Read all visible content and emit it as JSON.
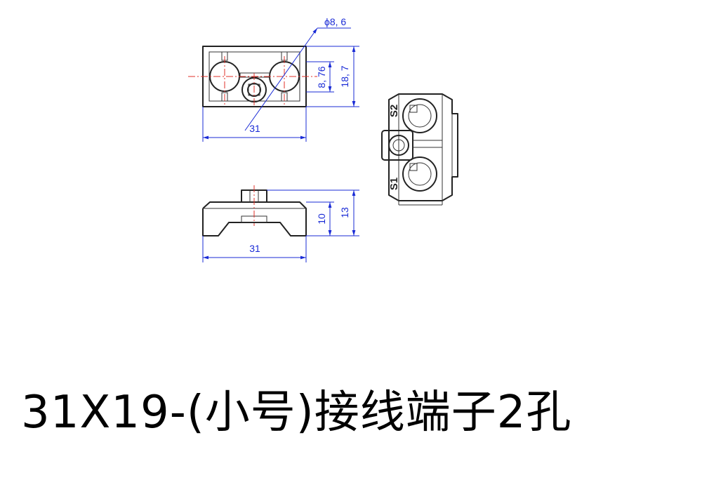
{
  "dimensions": {
    "hole_diameter": "ϕ8, 6",
    "hole_spacing": "8, 76",
    "top_height": "18, 7",
    "top_width": "31",
    "side_inner_height": "10",
    "side_height": "13",
    "side_width": "31"
  },
  "markings": {
    "slot_2": "S2",
    "slot_1": "S1"
  },
  "caption": "31X19-(小号)接线端子2孔",
  "colors": {
    "outline": "#222222",
    "dimension": "#1a2bd6",
    "centerline": "#e0302a"
  }
}
